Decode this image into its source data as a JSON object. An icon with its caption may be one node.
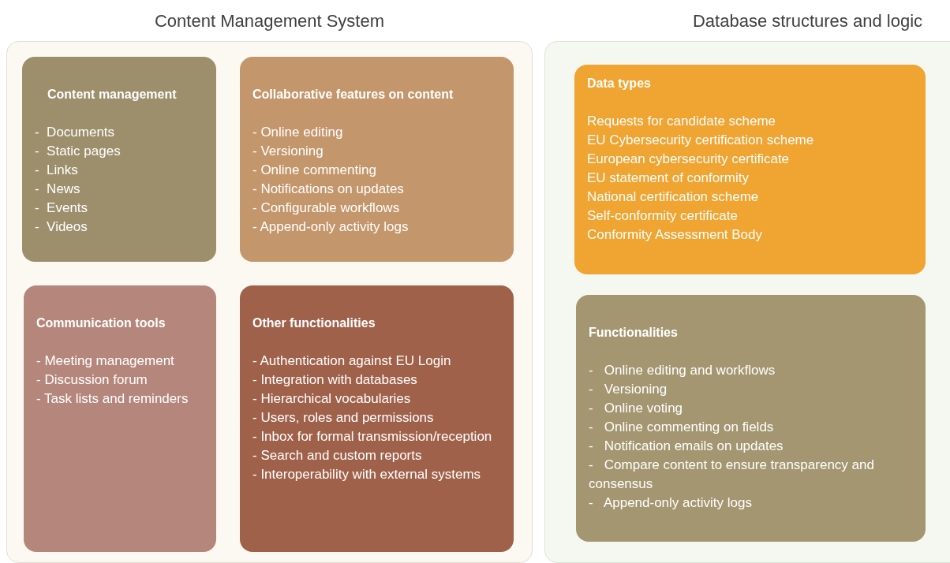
{
  "diagram": {
    "nodes": [
      {
        "text": [
          "Content Management System"
        ]
      },
      {
        "text": [
          "Content management",
          "-  Documents",
          "-  Static pages",
          "-  Links",
          "-  News",
          "-  Events",
          "-  Videos"
        ],
        "in": 0
      },
      {
        "text": [
          "Collaborative features on content",
          "- Online editing",
          "- Versioning",
          "- Online commenting",
          "- Notifications on updates",
          "- Configurable workflows",
          "- Append-only activity logs"
        ],
        "in": 0
      },
      {
        "text": [
          "Communication tools",
          "- Meeting management",
          "- Discussion forum",
          "- Task lists and reminders"
        ],
        "in": 0
      },
      {
        "text": [
          "Other functionalities",
          "- Authentication against EU Login",
          "- Integration with databases",
          "- Hierarchical vocabularies",
          "- Users, roles and permissions",
          "- Inbox for formal transmission/reception",
          "- Search and custom reports",
          "- Interoperability with external systems"
        ],
        "in": 0
      },
      {
        "text": [
          "Database structures and logic"
        ]
      },
      {
        "text": [
          "Data types",
          "Requests for candidate scheme",
          "EU Cybersecurity certification scheme",
          "European cybersecurity certificate",
          "EU statement of conformity",
          "National certification scheme",
          "Self-conformity certificate",
          "Conformity Assessment Body"
        ],
        "in": 5
      },
      {
        "text": [
          "Functionalities",
          "-   Online editing and workflows",
          "-   Versioning",
          "-   Online voting",
          "-   Online commenting on fields",
          "-   Notification emails on updates",
          "-   Compare content to ensure transparency and consensus",
          "-   Append-only activity logs"
        ],
        "in": 5
      }
    ]
  }
}
